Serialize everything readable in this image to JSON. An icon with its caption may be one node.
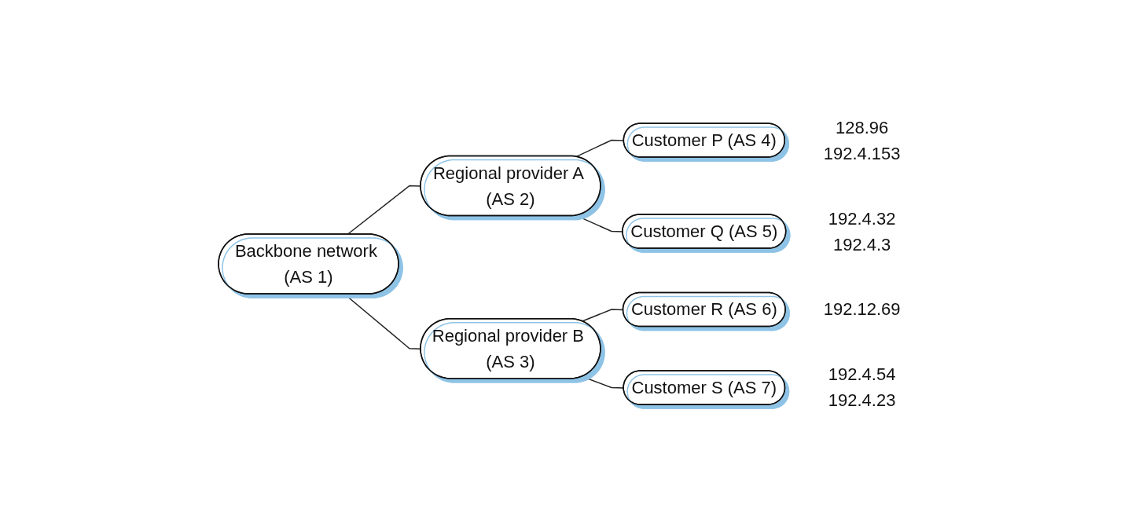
{
  "diagram": {
    "nodes": [
      {
        "text": [
          "Backbone network (AS 1)"
        ]
      },
      {
        "text": [
          "Regional provider A (AS 2)"
        ]
      },
      {
        "text": [
          "Regional provider B (AS 3)"
        ]
      },
      {
        "text": [
          "Customer P (AS 4)"
        ],
        "beside": [
          "128.96",
          "192.4.153"
        ]
      },
      {
        "text": [
          "Customer Q (AS 5)"
        ],
        "beside": [
          "192.4.32",
          "192.4.3"
        ]
      },
      {
        "text": [
          "Customer R (AS 6)"
        ],
        "beside": [
          "192.12.69"
        ]
      },
      {
        "text": [
          "Customer S (AS 7)"
        ],
        "beside": [
          "192.4.54",
          "192.4.23"
        ]
      }
    ],
    "edges": [
      {
        "from": 0,
        "to": 1,
        "arrow": "none"
      },
      {
        "from": 0,
        "to": 2,
        "arrow": "none"
      },
      {
        "from": 1,
        "to": 3,
        "arrow": "none"
      },
      {
        "from": 1,
        "to": 4,
        "arrow": "none"
      },
      {
        "from": 2,
        "to": 5,
        "arrow": "none"
      },
      {
        "from": 2,
        "to": 6,
        "arrow": "none"
      }
    ]
  }
}
